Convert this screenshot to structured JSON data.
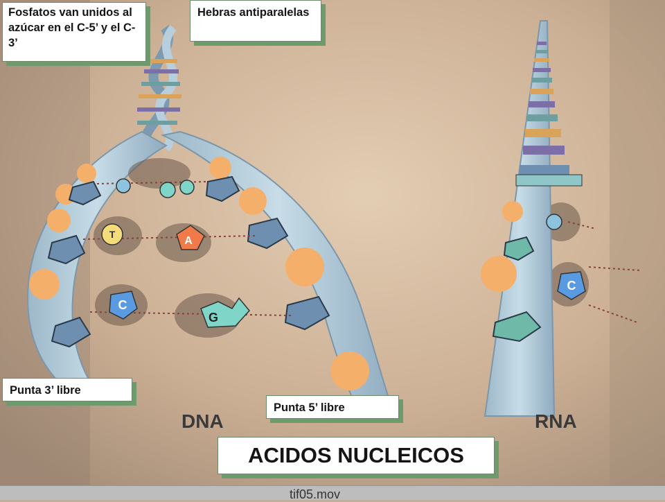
{
  "callouts": {
    "phosphates": "Fosfatos  van unidos al azúcar en el C-5’ y el C-3’",
    "antiparallel": "Hebras antiparalelas",
    "free_3_end": "Punta 3’ libre",
    "free_5_end": "Punta 5’ libre",
    "title": "ACIDOS NUCLEICOS"
  },
  "labels": {
    "dna": "DNA",
    "rna": "RNA",
    "file": "tif05.mov"
  },
  "bases": {
    "t": "T",
    "a": "A",
    "c": "C",
    "g": "G"
  },
  "colors": {
    "background": "#c9ad90",
    "strand": "#a9c4d4",
    "phosphate": "#f4b06a",
    "sugar": "#6f8fb0",
    "callout_shadow": "#6e9a6e"
  }
}
